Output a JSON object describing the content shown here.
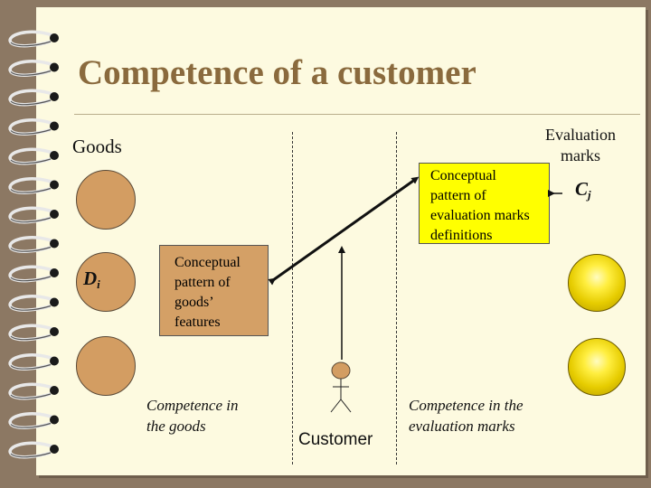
{
  "title": "Competence of a customer",
  "labels": {
    "goods": "Goods",
    "evaluation_marks_line1": "Evaluation",
    "evaluation_marks_line2": "marks",
    "customer": "Customer"
  },
  "boxes": {
    "eval_pattern": [
      "Conceptual",
      "pattern of",
      "evaluation marks",
      "definitions"
    ],
    "goods_pattern": [
      "Conceptual",
      "pattern of",
      "goods’",
      "features"
    ]
  },
  "symbols": {
    "goods_item": {
      "letter": "D",
      "subscript": "i"
    },
    "eval_item": {
      "letter": "C",
      "subscript": "j"
    }
  },
  "competence": {
    "goods": [
      "Competence in",
      "the goods"
    ],
    "evaluation": [
      "Competence in the",
      "evaluation marks"
    ]
  },
  "colors": {
    "background": "#8c7863",
    "page": "#fdfae0",
    "title": "#8a6a3d",
    "goods_fill": "#d39d62",
    "evaluation_fill": "#ffff00"
  }
}
